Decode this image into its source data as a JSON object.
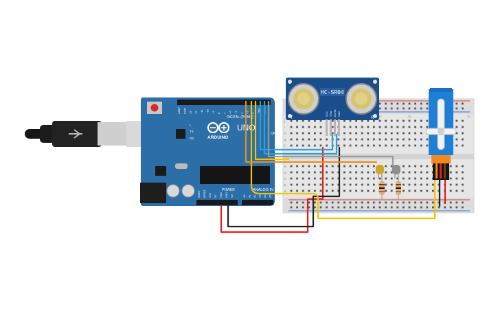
{
  "board": {
    "brand": "ARDUINO",
    "model": "UNO",
    "digital_label": "DIGITAL (PWM~)",
    "analog_label": "ANALOG IN",
    "power_label": "POWER",
    "on_label": "ON",
    "tx_label": "TX",
    "rx_label": "RX",
    "l_label": "L",
    "digital_pins": [
      "AREF",
      "GND",
      "13",
      "12",
      "~11",
      "~10",
      "~9",
      "8",
      "7",
      "~6",
      "~5",
      "4",
      "~3",
      "2",
      "TX▸1",
      "RX◂0"
    ],
    "power_pins": [
      "IOREF",
      "RESET",
      "3.3V",
      "5V",
      "GND",
      "GND",
      "Vin"
    ],
    "analog_pins": [
      "A0",
      "A1",
      "A2",
      "A3",
      "A4",
      "A5"
    ]
  },
  "sensor": {
    "name": "HC-SR04",
    "pins": [
      "VCC",
      "TRIG",
      "ECHO",
      "GND"
    ],
    "left_mark": "T",
    "right_mark": "R"
  },
  "breadboard": {
    "rows_top": [
      "j",
      "i",
      "h",
      "g",
      "f"
    ],
    "rows_bottom": [
      "e",
      "d",
      "c",
      "b",
      "a"
    ],
    "col_numbers": [
      "1",
      "5",
      "10",
      "15",
      "20",
      "25",
      "30"
    ]
  },
  "colors": {
    "board": "#2b6ea8",
    "sensor": "#1a4d8c",
    "servo": "#1e7fd6",
    "wire_red": "#e0201b",
    "wire_black": "#222222",
    "wire_yellow": "#f5c400",
    "wire_orange": "#f08a1c",
    "wire_blue": "#2aa0d8",
    "wire_gray": "#9a9a9a"
  },
  "icons": [
    "usb-cable-icon",
    "arduino-logo-icon",
    "reset-button-icon",
    "servo-horn-icon"
  ]
}
